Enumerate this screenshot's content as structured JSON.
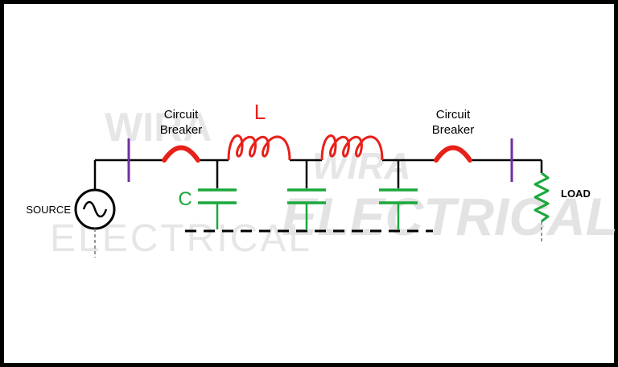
{
  "labels": {
    "breaker_left": [
      "Circuit",
      "Breaker"
    ],
    "breaker_right": [
      "Circuit",
      "Breaker"
    ],
    "inductance": "L",
    "capacitance": "C",
    "source": "SOURCE",
    "load": "LOAD"
  },
  "watermark": {
    "left": [
      "WIRA",
      "ELECTRICAL"
    ],
    "right": [
      "WIRA",
      "ELECTRICAL"
    ]
  },
  "colors": {
    "wire": "#000000",
    "breaker": "#e8201a",
    "inductor": "#e8201a",
    "capacitor": "#1aa83a",
    "load": "#1aa83a",
    "bus_mark": "#7030a0",
    "label_L": "#e8201a",
    "label_C": "#1aa83a",
    "watermark": "#e3e3e3"
  }
}
